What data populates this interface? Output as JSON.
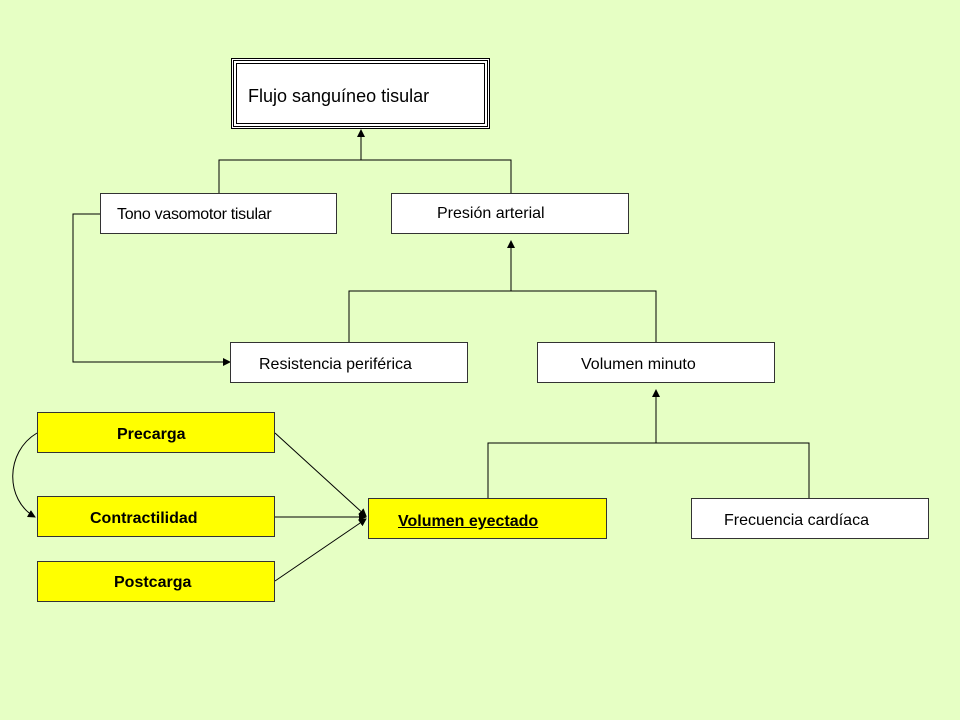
{
  "nodes": {
    "flujo": "Flujo sanguíneo tisular",
    "tono": "Tono vasomotor tisular",
    "presion": "Presión arterial",
    "resistencia": "Resistencia periférica",
    "volumen_minuto": "Volumen minuto",
    "precarga": "Precarga",
    "contractilidad": "Contractilidad",
    "postcarga": "Postcarga",
    "volumen_eyectado": "Volumen eyectado",
    "frecuencia": "Frecuencia cardíaca"
  },
  "colors": {
    "background": "#e6ffc4",
    "box": "#ffffff",
    "highlight": "#ffff00",
    "line": "#000000"
  }
}
